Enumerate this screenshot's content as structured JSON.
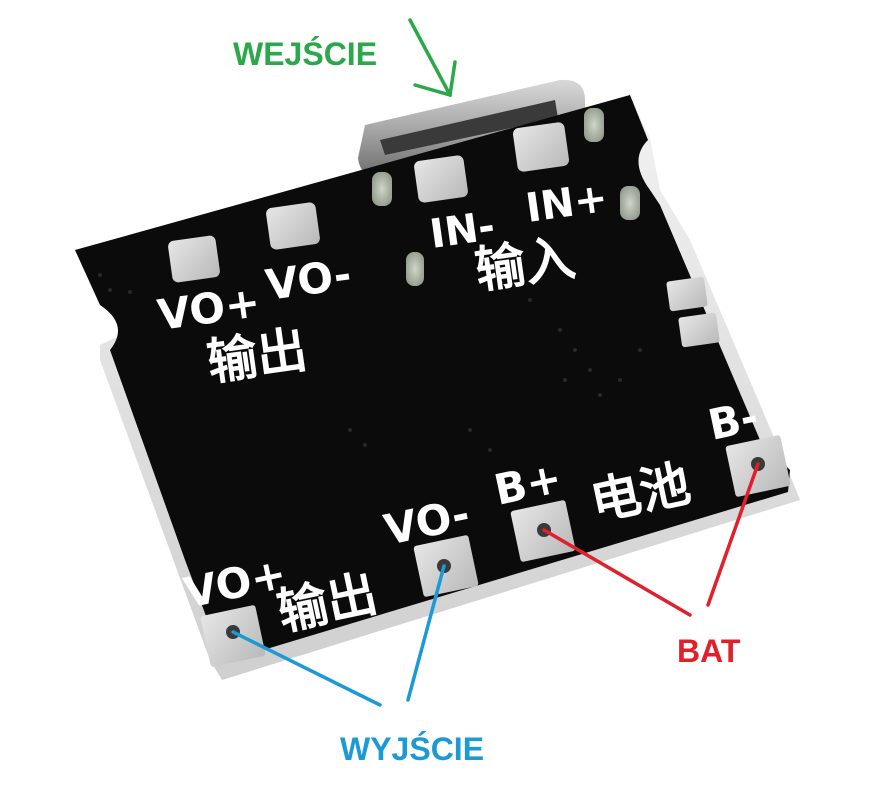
{
  "annotations": {
    "input": {
      "text": "WEJŚCIE",
      "color": "#2aa84a"
    },
    "output": {
      "text": "WYJŚCIE",
      "color": "#1c9ad6"
    },
    "battery": {
      "text": "BAT",
      "color": "#e0202a"
    }
  },
  "board": {
    "color": "#0b0b0b",
    "silk_color": "#ffffff",
    "labels": {
      "vo_plus_top": "VO+",
      "vo_minus_top": "VO-",
      "output_cn_top": "输出",
      "in_minus": "IN-",
      "in_plus": "IN+",
      "input_cn": "输入",
      "vo_plus_bottom": "VO+",
      "output_cn_bottom": "输出",
      "vo_minus_bottom": "VO-",
      "b_plus": "B+",
      "battery_cn": "电池",
      "b_minus": "B-"
    }
  }
}
